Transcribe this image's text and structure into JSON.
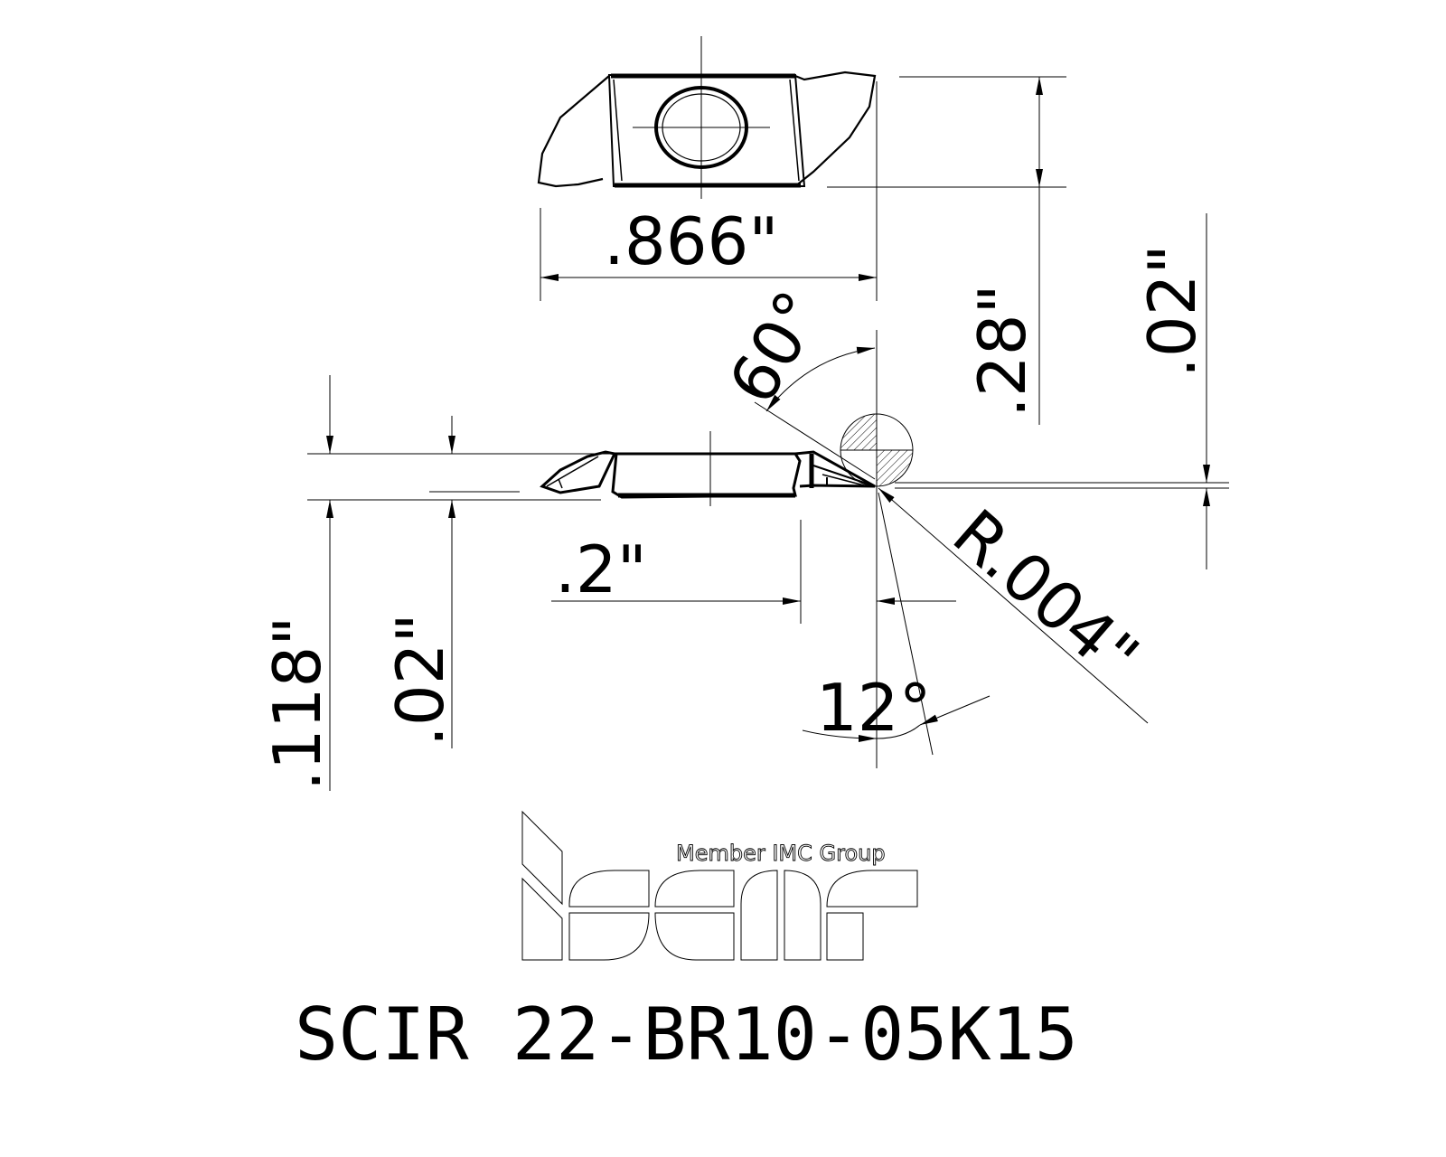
{
  "drawing": {
    "title": "SCIR 22-BR10-05K15",
    "colors": {
      "line": "#000000",
      "background": "#ffffff"
    },
    "dimensions": {
      "width_top": ".866\"",
      "height_top": ".28\"",
      "offset_right": ".02\"",
      "angle_top": "60°",
      "radius": "R.004\"",
      "length_bottom": ".2\"",
      "angle_bottom": "12°",
      "height_left": ".118\"",
      "offset_left": ".02\""
    },
    "views": {
      "top_view": "insert-plan-view",
      "side_view": "insert-side-view",
      "symbol": "section-circle-symbol"
    }
  },
  "logo": {
    "brand": "iscar",
    "tagline": "Member IMC Group"
  }
}
